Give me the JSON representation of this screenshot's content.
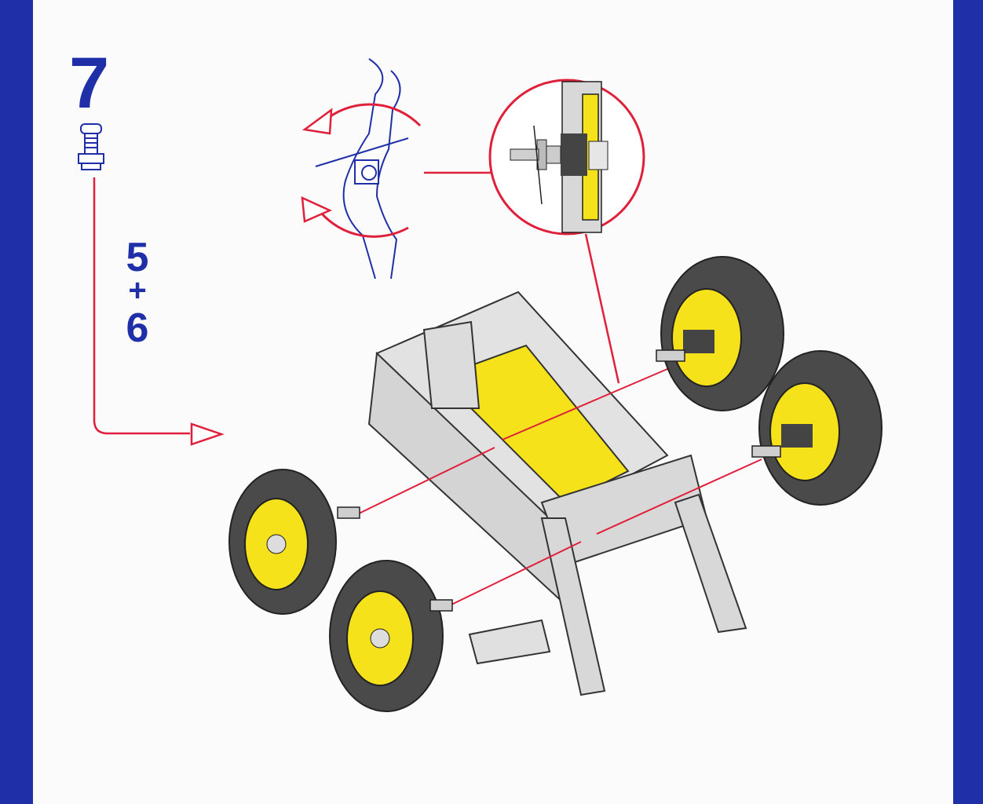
{
  "step": {
    "number": "7",
    "quantity_top": "5",
    "quantity_plus": "+",
    "quantity_bottom": "6"
  },
  "colors": {
    "border": "#1f2fa8",
    "accent_red": "#e0203a",
    "part_yellow": "#f5e21a",
    "metal_grey": "#d6d6d6",
    "tire_dark": "#4a4a4a"
  },
  "parts": {
    "bolt_icon": "bolt-icon",
    "wheel_count": 4
  }
}
